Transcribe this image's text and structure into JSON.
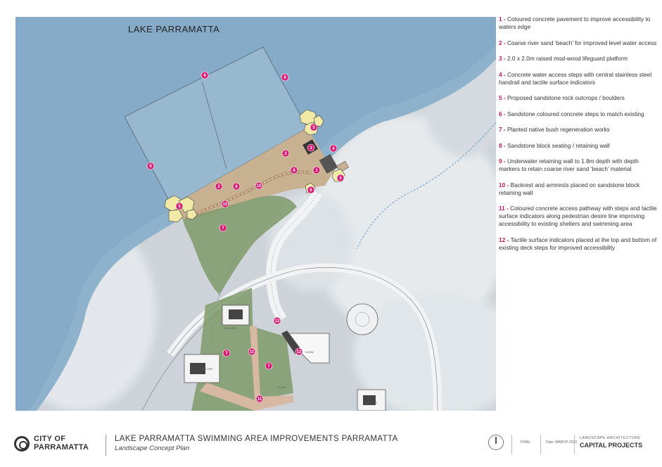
{
  "plan": {
    "lake_title": "LAKE PARRAMATTA",
    "small_labels": {
      "shelter": "SHELTER",
      "kiosk": "KIOSK",
      "plaza": "PLAZA"
    },
    "markers": [
      "1",
      "2",
      "3",
      "4",
      "5",
      "6",
      "7",
      "8",
      "9",
      "10",
      "11",
      "12"
    ]
  },
  "legend": {
    "items": [
      {
        "num": "1",
        "text": "Coloured concrete pavement to improve accessibility to waters edge"
      },
      {
        "num": "2",
        "text": "Coarse river sand ‘beach’ for improved level water access"
      },
      {
        "num": "3",
        "text": "2.0 x 2.0m raised mod-wood lifeguard platform"
      },
      {
        "num": "4",
        "text": "Concrete water access steps with central stainless steel handrail and tactile surface indicators"
      },
      {
        "num": "5",
        "text": "Proposed sandstone rock outcrops / boulders"
      },
      {
        "num": "6",
        "text": "Sandstone coloured concrete steps to match existing"
      },
      {
        "num": "7",
        "text": "Planted native bush regeneration works"
      },
      {
        "num": "8",
        "text": "Sandstone block seating / retaining wall"
      },
      {
        "num": "9",
        "text": "Underwater retaining wall to 1.8m depth with depth markers to retain coarse river sand ‘beach’ material"
      },
      {
        "num": "10",
        "text": "Backrest and armrests placed on sandstone block retaining wall"
      },
      {
        "num": "11",
        "text": "Coloured concrete access pathway with steps and tactile surface indicators along pedestrian desire line improving accessibility to existing shelters and swimming area"
      },
      {
        "num": "12",
        "text": "Tactile surface indicators placed at the top and bottom of existing deck steps for improved accessibility"
      }
    ]
  },
  "footer": {
    "logo_line1": "CITY OF",
    "logo_line2": "PARRAMATTA",
    "project_title": "LAKE PARRAMATTA SWIMMING AREA IMPROVEMENTS PARRAMATTA",
    "project_subtitle": "Landscape Concept Plan",
    "status": "FINAL",
    "date": "Date: MARCH 2020",
    "dept_small": "LANDSCAPE ARCHITECTURE",
    "dept_big": "CAPITAL PROJECTS"
  },
  "colors": {
    "marker": "#d81b72",
    "water": "#8fb2cc",
    "grass": "#7f9a6a",
    "sand": "#c7b190",
    "path": "#d7b9a3"
  }
}
